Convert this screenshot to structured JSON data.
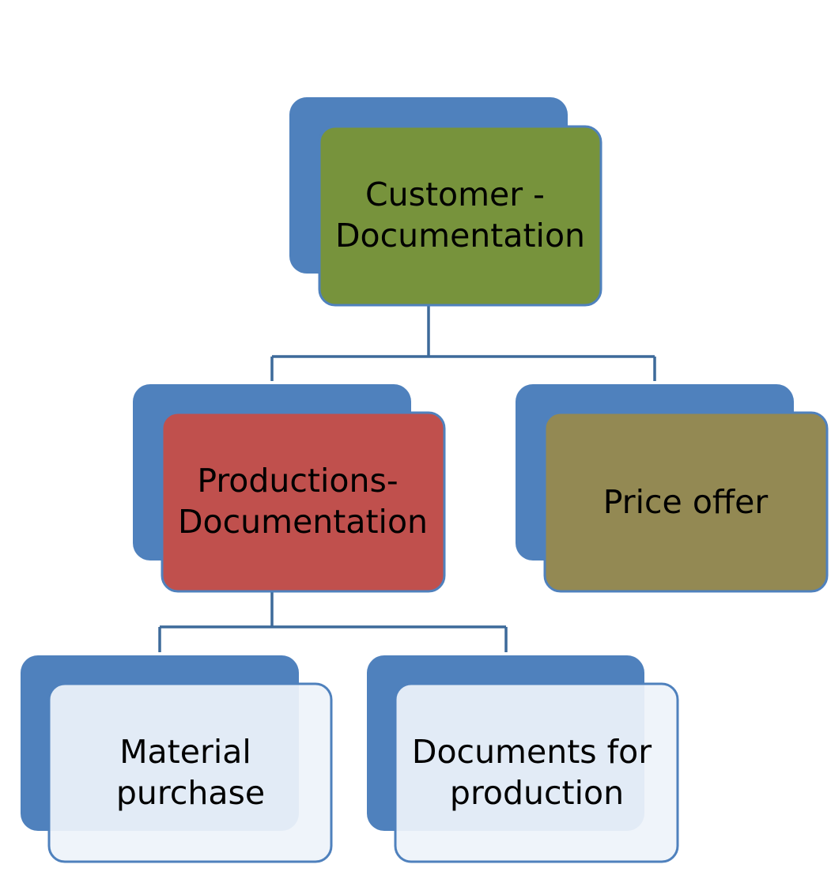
{
  "diagram": {
    "colors": {
      "shadow_fill": "#4f81bd",
      "connector": "#3d6a9a",
      "root_fill": "#77933c",
      "production_fill": "#c0504d",
      "price_fill": "#938953",
      "leaf_fill": "#eef3fa",
      "node_border": "#4f81bd",
      "text": "#000000"
    },
    "nodes": {
      "root": {
        "line1": "Customer -",
        "line2": "Documentation"
      },
      "production": {
        "line1": "Productions-",
        "line2": "Documentation"
      },
      "price": {
        "line1": "Price offer"
      },
      "material": {
        "line1": "Material",
        "line2": "purchase"
      },
      "documents": {
        "line1": "Documents for",
        "line2": "production"
      }
    }
  }
}
